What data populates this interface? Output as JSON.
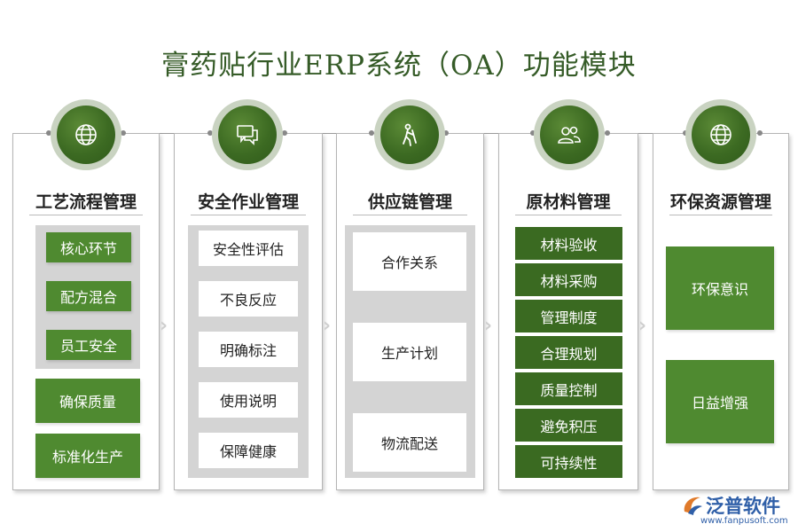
{
  "title": "膏药贴行业ERP系统（OA）功能模块",
  "modules": [
    {
      "name": "工艺流程管理",
      "icon": "globe-icon",
      "items_gray": [
        "核心环节",
        "配方混合",
        "员工安全"
      ],
      "items_green": [
        "确保质量",
        "标准化生产"
      ]
    },
    {
      "name": "安全作业管理",
      "icon": "chat-icon",
      "items": [
        "安全性评估",
        "不良反应",
        "明确标注",
        "使用说明",
        "保障健康"
      ]
    },
    {
      "name": "供应链管理",
      "icon": "worker-icon",
      "items": [
        "合作关系",
        "生产计划",
        "物流配送"
      ]
    },
    {
      "name": "原材料管理",
      "icon": "users-icon",
      "items": [
        "材料验收",
        "材料采购",
        "管理制度",
        "合理规划",
        "质量控制",
        "避免积压",
        "可持续性"
      ]
    },
    {
      "name": "环保资源管理",
      "icon": "globe-icon",
      "items": [
        "环保意识",
        "日益增强"
      ]
    }
  ],
  "logo": {
    "name": "泛普软件",
    "url": "www.fanpusoft.com"
  },
  "colors": {
    "primary_green": "#4f8a30",
    "dark_green": "#3a6a21",
    "title": "#355b27"
  }
}
